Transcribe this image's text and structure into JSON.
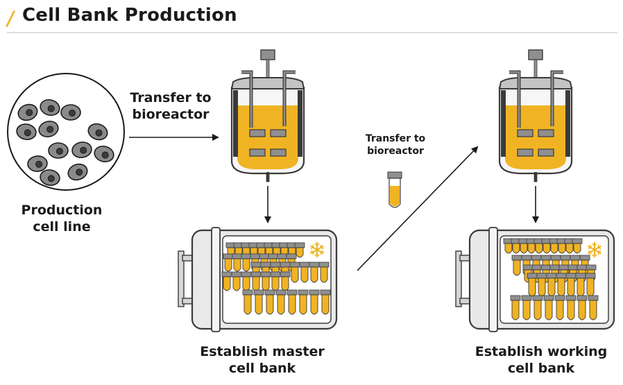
{
  "header": {
    "title": "Cell Bank Production"
  },
  "labels": {
    "production_line": [
      "Production",
      "cell line"
    ],
    "transfer_1": [
      "Transfer to",
      "bioreactor"
    ],
    "transfer_2": [
      "Transfer to",
      "bioreactor"
    ],
    "master_bank": [
      "Establish master",
      "cell bank"
    ],
    "working_bank": [
      "Establish working",
      "cell bank"
    ]
  },
  "icons": [
    "snowflake-icon",
    "bioreactor-icon",
    "vial-icon",
    "freezer-icon",
    "cell-icon"
  ],
  "colors": {
    "accent": "#f0b323",
    "gray": "#8f8f8f",
    "dark": "#3a3a3a",
    "light": "#e6e6e6"
  }
}
